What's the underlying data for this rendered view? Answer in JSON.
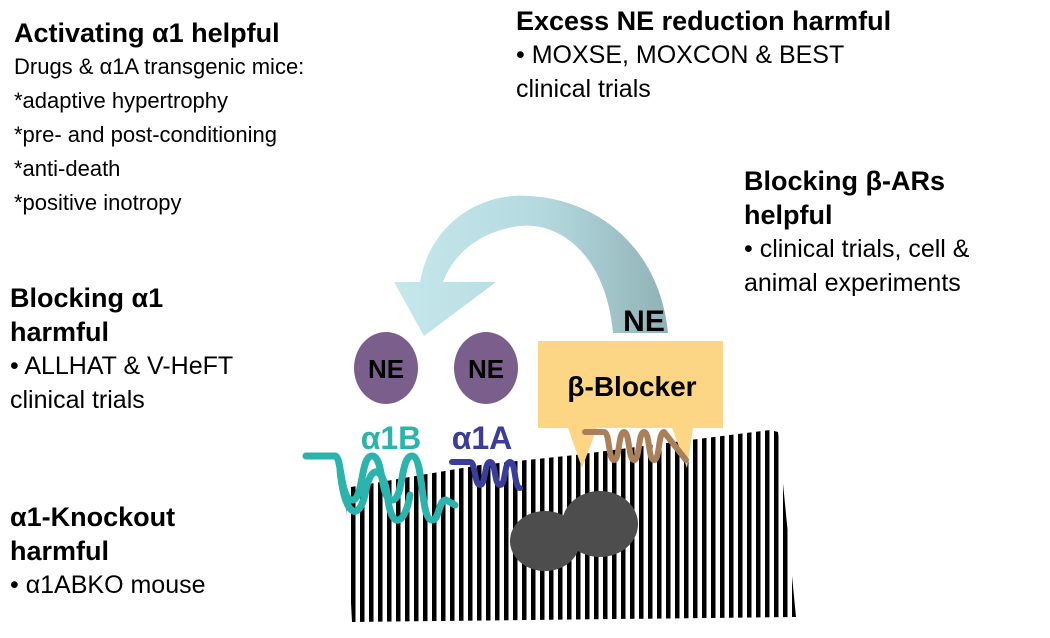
{
  "blocks": {
    "activating": {
      "heading": "Activating α1 helpful",
      "intro": "Drugs & α1A transgenic mice:",
      "items": [
        "*adaptive hypertrophy",
        "*pre- and post-conditioning",
        "*anti-death",
        "*positive inotropy"
      ]
    },
    "excess_ne": {
      "heading": "Excess NE reduction harmful",
      "lines": [
        "• MOXSE, MOXCON & BEST",
        "clinical trials"
      ]
    },
    "blocking_beta": {
      "heading_lines": [
        "Blocking β-ARs",
        "helpful"
      ],
      "lines": [
        "• clinical trials, cell &",
        "animal experiments"
      ]
    },
    "blocking_a1": {
      "heading_lines": [
        "Blocking α1",
        "harmful"
      ],
      "lines": [
        "• ALLHAT & V-HeFT",
        "clinical trials"
      ]
    },
    "knockout": {
      "heading_lines": [
        "α1-Knockout",
        "harmful"
      ],
      "lines": [
        "• α1ABKO mouse"
      ]
    }
  },
  "diagram": {
    "ne_label": "NE",
    "beta_blocker_label": "β-Blocker",
    "receptor_a1b_label": "α1B",
    "receptor_a1a_label": "α1A",
    "colors": {
      "ne_circle": "#7a5f8c",
      "beta_blocker": "#fcd684",
      "receptor_a1b": "#2bb3ad",
      "receptor_a1a": "#3a3d9c",
      "receptor_beta": "#a9805a",
      "arrow_light": "#bfe3e8",
      "arrow_dark": "#97b9bd",
      "nucleus": "#4d4d4d"
    }
  }
}
